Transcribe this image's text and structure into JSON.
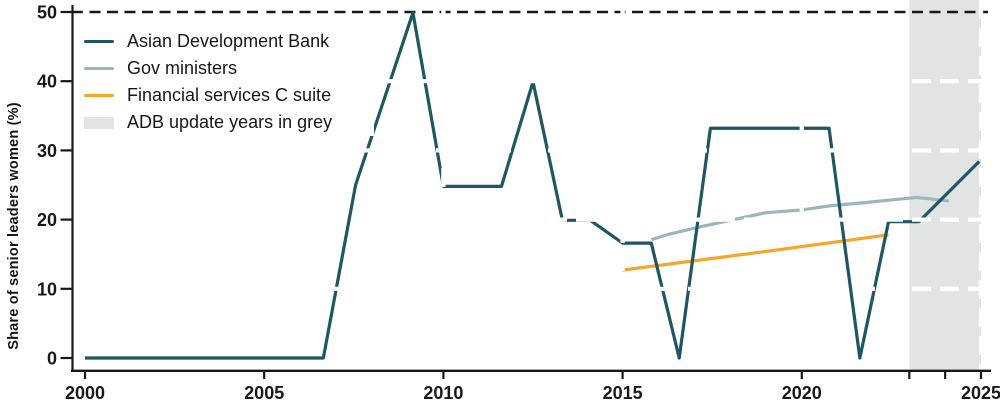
{
  "chart_data": {
    "type": "line",
    "title": "",
    "xlabel": "",
    "ylabel": "Share of senior leaders women (%)",
    "xlim": [
      1999.6,
      2025.2
    ],
    "ylim": [
      0,
      52
    ],
    "grid": {
      "color": "#ffffff",
      "horizontal_values": [
        10,
        20,
        30,
        40
      ],
      "vertical_years": [
        2000,
        2005,
        2010,
        2015,
        2020,
        2025
      ]
    },
    "target_line": {
      "value": 50,
      "style": "dashed",
      "color": "#16191b"
    },
    "update_region": {
      "from_year": 2023,
      "to_year": 2025,
      "color": "#e2e4e3"
    },
    "axis_color": "#16191b",
    "xticks": [
      {
        "year": 2000,
        "label": "2000"
      },
      {
        "year": 2005,
        "label": "2005"
      },
      {
        "year": 2010,
        "label": "2010"
      },
      {
        "year": 2015,
        "label": "2015"
      },
      {
        "year": 2020,
        "label": "2020"
      },
      {
        "year": 2025,
        "label": "2025"
      }
    ],
    "minor_xticks": [
      2023,
      2024
    ],
    "yticks": [
      {
        "value": 0,
        "label": "0"
      },
      {
        "value": 10,
        "label": "10"
      },
      {
        "value": 20,
        "label": "20"
      },
      {
        "value": 30,
        "label": "30"
      },
      {
        "value": 40,
        "label": "40"
      },
      {
        "value": 50,
        "label": "50"
      }
    ],
    "series": [
      {
        "name": "Asian Development Bank",
        "color": "#1f5664",
        "points": [
          [
            2000,
            0
          ],
          [
            2006.65,
            0
          ],
          [
            2007.55,
            25
          ],
          [
            2009.15,
            49.9
          ],
          [
            2010,
            24.8
          ],
          [
            2011.62,
            24.8
          ],
          [
            2012.5,
            39.9
          ],
          [
            2013.32,
            19.9
          ],
          [
            2014.1,
            19.9
          ],
          [
            2015,
            16.6
          ],
          [
            2015.8,
            16.6
          ],
          [
            2016.58,
            0
          ],
          [
            2017.45,
            33.2
          ],
          [
            2020.76,
            33.2
          ],
          [
            2021.62,
            0
          ],
          [
            2022.42,
            19.7
          ],
          [
            2023.27,
            19.7
          ],
          [
            2024.95,
            28.4
          ]
        ]
      },
      {
        "name": "Gov ministers",
        "color": "#9bb7be",
        "points": [
          [
            2015.8,
            17.1
          ],
          [
            2016.3,
            17.9
          ],
          [
            2017.2,
            19.0
          ],
          [
            2019.0,
            21.0
          ],
          [
            2020.0,
            21.4
          ],
          [
            2020.8,
            22.0
          ],
          [
            2021.65,
            22.4
          ],
          [
            2023.2,
            23.2
          ],
          [
            2024.1,
            22.7
          ]
        ]
      },
      {
        "name": "Financial services C suite",
        "color": "#f7a529",
        "points": [
          [
            2015,
            12.7
          ],
          [
            2019,
            15.4
          ],
          [
            2022.42,
            17.8
          ]
        ]
      }
    ],
    "legend": {
      "position": "upper-left",
      "items": [
        {
          "label": "Asian Development Bank",
          "swatch": "line",
          "color": "#1f5664"
        },
        {
          "label": "Gov ministers",
          "swatch": "line",
          "color": "#9bb7be"
        },
        {
          "label": "Financial services C suite",
          "swatch": "line",
          "color": "#f7a529"
        },
        {
          "label": "ADB update years in grey",
          "swatch": "rect",
          "color": "#e2e4e3"
        }
      ]
    }
  }
}
